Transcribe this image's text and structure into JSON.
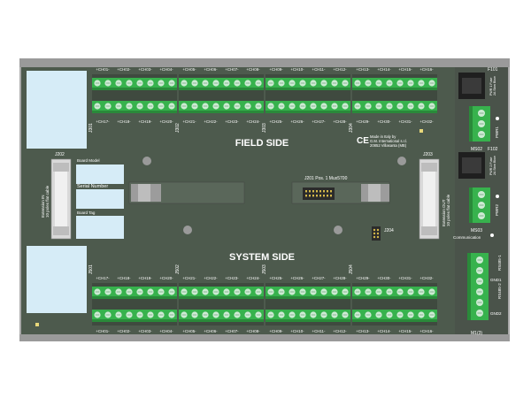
{
  "board": {
    "field_side": "FIELD SIDE",
    "system_side": "SYSTEM SIDE",
    "j201": "J201 Pos. 1 Mux5700",
    "j202": "J202",
    "j203": "J203",
    "j204": "J204",
    "j301": "J301",
    "j302": "J302",
    "j303": "J303",
    "j304": "J304",
    "j501": "J501",
    "j502": "J502",
    "j503": "J503",
    "j504": "J504",
    "ext_in": [
      "Extension IN",
      "10 poles flat cable"
    ],
    "ext_out": [
      "Extension OUT",
      "10 poles flat cable"
    ],
    "board_model": "Board Model",
    "serial_number": "Serial Number",
    "board_tag": "Board Tag",
    "ce": "CE",
    "maker": [
      "Made in Italy by",
      "G.M. International s.r.l.",
      "20852 Villasanta (MB)"
    ],
    "communication": "Communication",
    "ms02": "MS02",
    "ms03": "MS03",
    "m03": "M1(3)",
    "f101": "F101",
    "f102": "F102",
    "pwr1": "PWR1",
    "pwr2": "PWR2",
    "fuse_lbl": [
      "PWR 1 Fuse",
      "2A Slow Blow"
    ],
    "fuse_lbl2": [
      "PWR 2 Fuse",
      "2A Slow Blow"
    ],
    "rs485_1": "RS485-1",
    "rs485_2": "RS485-2",
    "gnd1": "GND1",
    "gnd2": "GND2",
    "top_row_labels": [
      "+CH01-",
      "+CH02-",
      "+CH03-",
      "+CH04-",
      "+CH05-",
      "+CH06-",
      "+CH07-",
      "+CH08-",
      "+CH09-",
      "+CH10-",
      "+CH11-",
      "+CH12-",
      "+CH13-",
      "+CH14-",
      "+CH15-",
      "+CH16-"
    ],
    "mid_upper_labels": [
      "+CH17-",
      "+CH18-",
      "+CH19-",
      "+CH20-",
      "+CH21-",
      "+CH22-",
      "+CH23-",
      "+CH24-",
      "+CH25-",
      "+CH26-",
      "+CH27-",
      "+CH28-",
      "+CH29-",
      "+CH30-",
      "+CH31-",
      "+CH32-"
    ],
    "mid_lower_labels": [
      "+CH17-",
      "+CH18-",
      "+CH19-",
      "+CH20-",
      "+CH21-",
      "+CH22-",
      "+CH23-",
      "+CH24-",
      "+CH25-",
      "+CH26-",
      "+CH27-",
      "+CH28-",
      "+CH29-",
      "+CH30-",
      "+CH31-",
      "+CH32-"
    ],
    "bottom_row_labels": [
      "+CH01-",
      "+CH02-",
      "+CH03-",
      "+CH04-",
      "+CH05-",
      "+CH06-",
      "+CH07-",
      "+CH08-",
      "+CH09-",
      "+CH10-",
      "+CH11-",
      "+CH12-",
      "+CH13-",
      "+CH14-",
      "+CH15-",
      "+CH16-"
    ],
    "colors": {
      "pcb": "#4d5a4d",
      "terminal": "#37b24d",
      "terminal_dark": "#2a8a3a",
      "pad": "#cdebd3",
      "label_box": "#d6ecf7",
      "frame": "#8c8c8c"
    }
  }
}
